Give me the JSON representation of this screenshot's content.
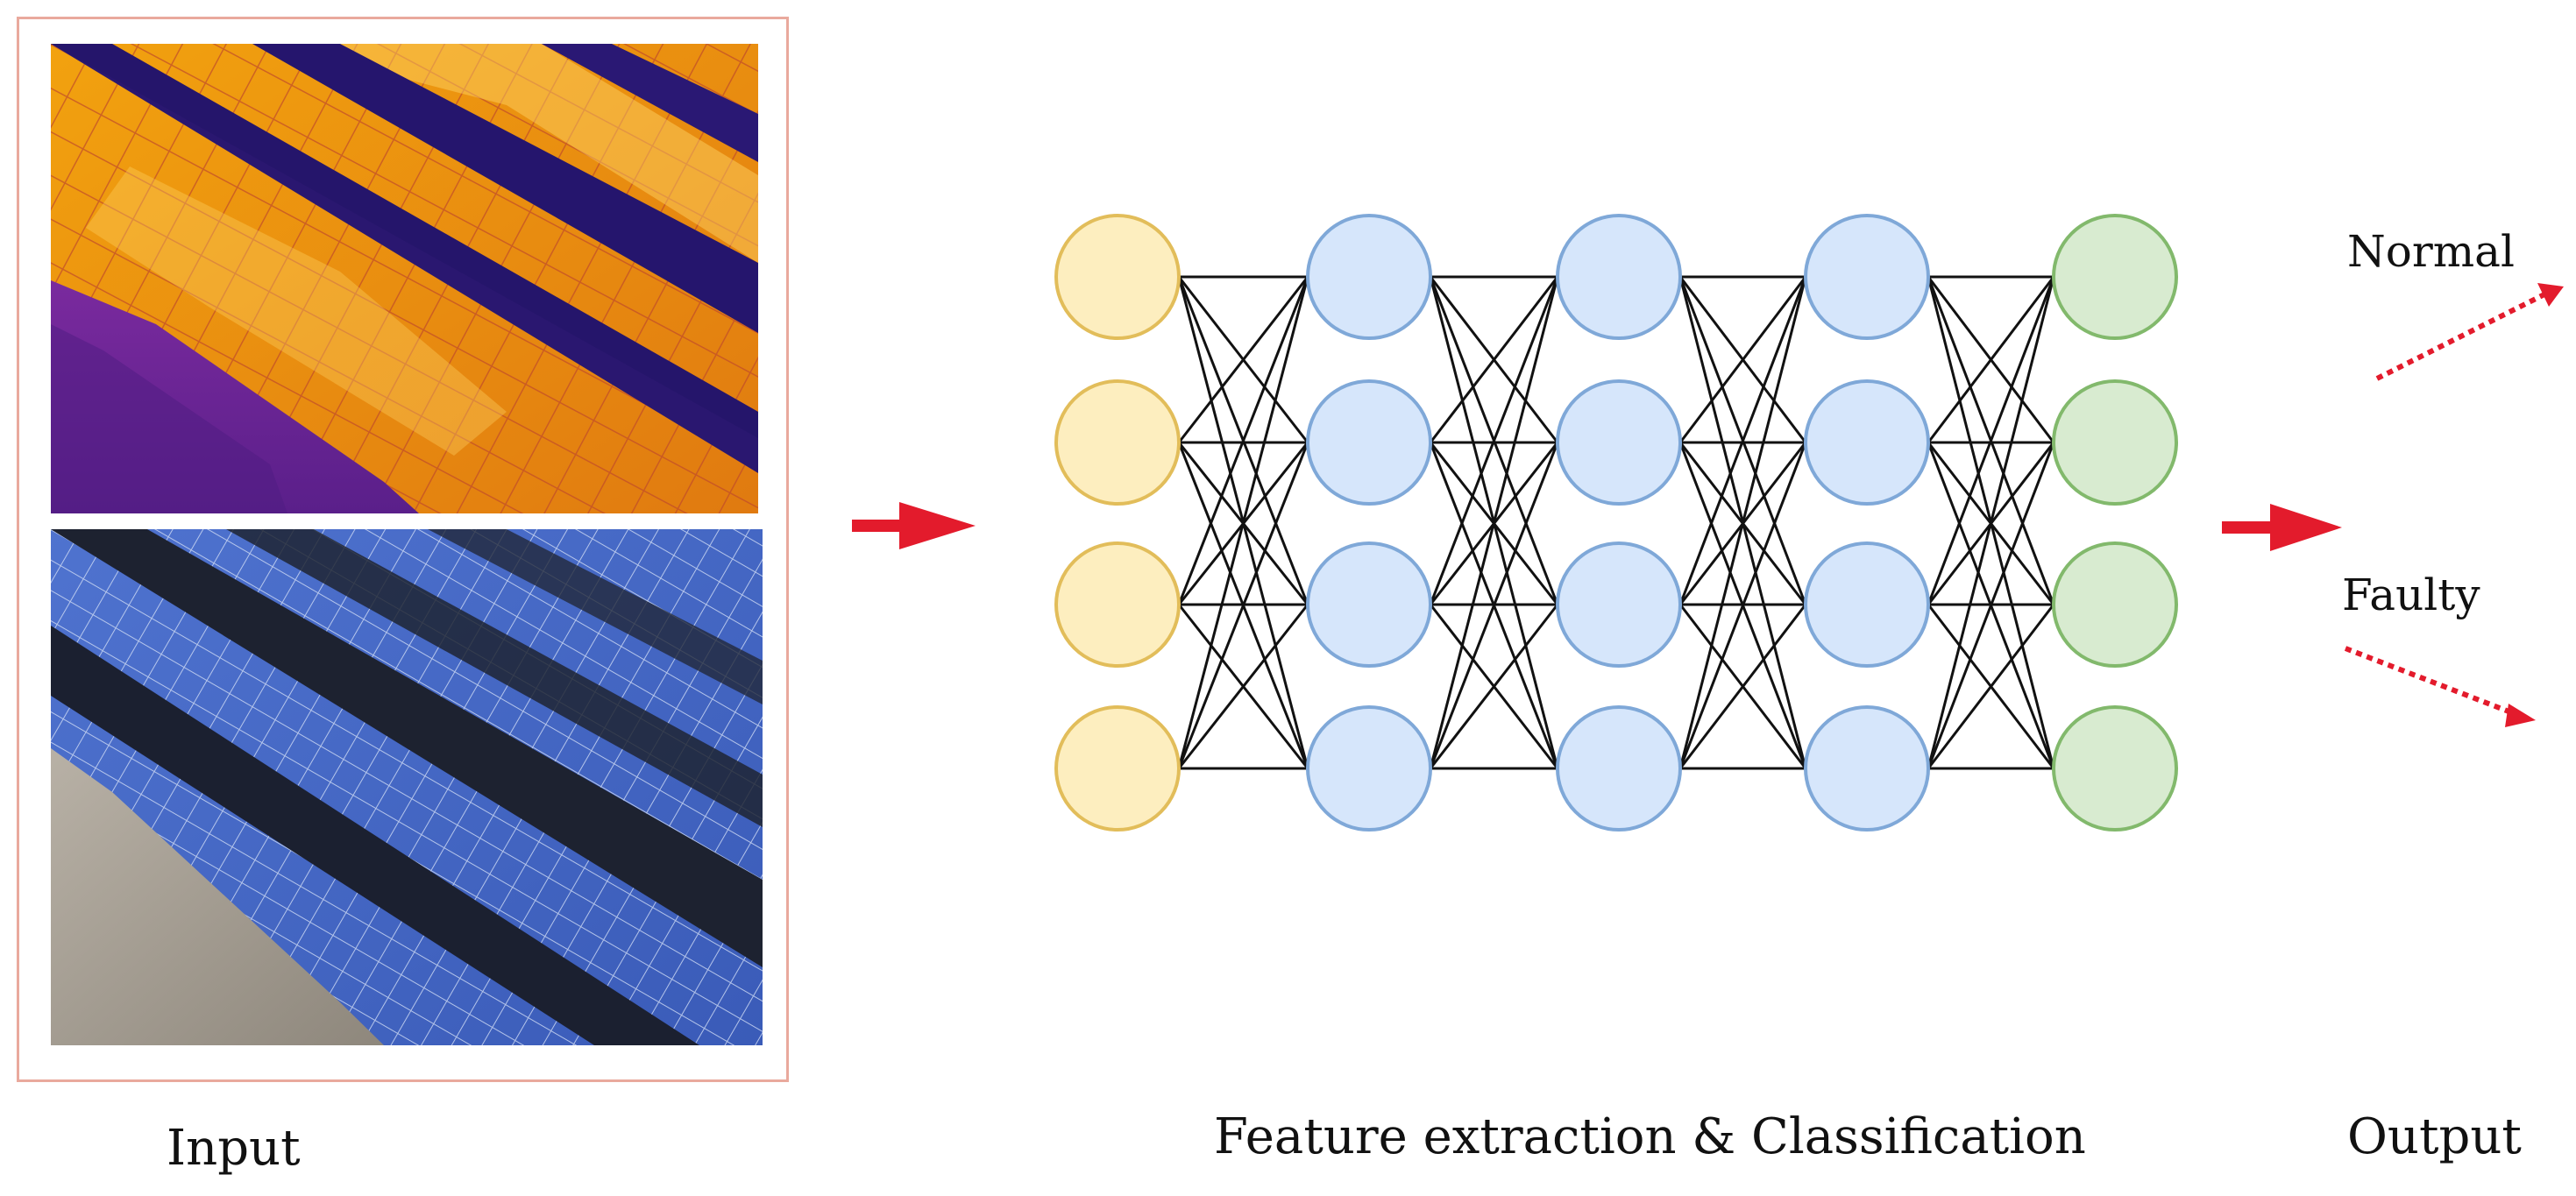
{
  "captions": {
    "input": "Input",
    "feature": "Feature extraction & Classification",
    "output": "Output"
  },
  "outputs": {
    "normal": "Normal",
    "faulty": "Faulty"
  },
  "network": {
    "layers": [
      {
        "role": "input",
        "nodes": 4,
        "fill": "#fdeebf",
        "stroke": "#e2bd5a"
      },
      {
        "role": "hidden",
        "nodes": 4,
        "fill": "#d6e6fb",
        "stroke": "#7fa8d8"
      },
      {
        "role": "hidden",
        "nodes": 4,
        "fill": "#d6e6fb",
        "stroke": "#7fa8d8"
      },
      {
        "role": "hidden",
        "nodes": 4,
        "fill": "#d6e6fb",
        "stroke": "#7fa8d8"
      },
      {
        "role": "output",
        "nodes": 4,
        "fill": "#d8ebd0",
        "stroke": "#82b96c"
      }
    ],
    "edge_color": "#111111"
  },
  "colors": {
    "arrow": "#e31b2c",
    "frame": "#e9a99d"
  },
  "images": [
    {
      "name": "thermal-image",
      "kind": "thermal"
    },
    {
      "name": "visual-image",
      "kind": "rgb"
    }
  ]
}
